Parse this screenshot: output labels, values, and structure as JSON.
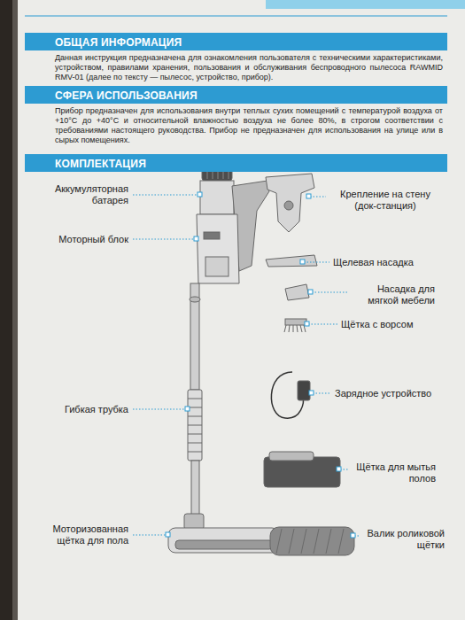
{
  "diagram": {
    "nodes": [
      {
        "text": [
          "ОБЩАЯ ИНФОРМАЦИЯ"
        ]
      },
      {
        "text": [
          "СФЕРА ИСПОЛЬЗОВАНИЯ"
        ]
      },
      {
        "text": [
          "КОМПЛЕКТАЦИЯ"
        ]
      }
    ],
    "labels": [
      "Данная инструкция предназначена для ознакомления пользователя с техническими характеристиками, устройством, правилами хранения, пользования и обслуживания беспроводного пылесоса RAWMID RMV-01 (далее по тексту — пылесос, устройство, прибор).",
      "Прибор предназначен для использования внутри теплых сухих помещений с температурой воздуха от +10°С до +40°С и относительной влажностью воздуха не более 80%, в строгом соответствии с требованиями настоящего руководства. Прибор не предназначен для использования на улице или в сырых помещениях.",
      "Аккумуляторная батарея",
      "Моторный блок",
      "Гибкая трубка",
      "Моторизованная щётка для пола",
      "Крепление на стену (док-станция)",
      "Щелевая насадка",
      "Насадка для мягкой мебели",
      "Щётка с ворсом",
      "Зарядное устройство",
      "Щётка для мытья полов",
      "Валик роликовой щётки"
    ]
  }
}
